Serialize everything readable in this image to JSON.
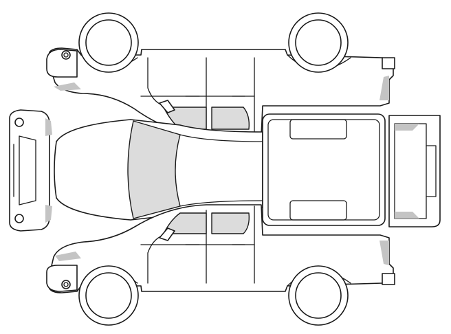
{
  "colors": {
    "outline": "#1a1a1a",
    "body_fill": "#ffffff",
    "glass_fill": "#dcdcdc",
    "lamp_shade": "#c4c4c4"
  },
  "views": [
    {
      "name": "left-side-view",
      "icon": "pickup-truck-left-profile"
    },
    {
      "name": "top-view",
      "icon": "pickup-truck-top-plan"
    },
    {
      "name": "front-view",
      "icon": "pickup-truck-front"
    },
    {
      "name": "rear-view",
      "icon": "pickup-truck-rear"
    },
    {
      "name": "right-side-view",
      "icon": "pickup-truck-right-profile"
    }
  ]
}
